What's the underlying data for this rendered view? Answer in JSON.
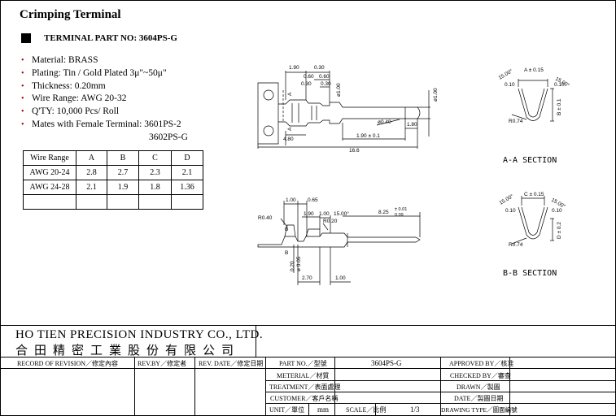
{
  "title": "Crimping Terminal",
  "part_heading": "TERMINAL PART NO: 3604PS-G",
  "specs": [
    "Material: BRASS",
    "Plating: Tin / Gold Plated 3μ\"~50μ\"",
    "Thickness: 0.20mm",
    "Wire Range: AWG 20-32",
    "Q'TY: 10,000 Pcs/ Roll",
    "Mates with Female Terminal: 3601PS-2"
  ],
  "spec_extra": "3602PS-G",
  "wire_table": {
    "headers": [
      "Wire Range",
      "A",
      "B",
      "C",
      "D"
    ],
    "rows": [
      [
        "AWG 20-24",
        "2.8",
        "2.7",
        "2.3",
        "2.1"
      ],
      [
        "AWG 24-28",
        "2.1",
        "1.9",
        "1.8",
        "1.36"
      ],
      [
        "",
        "",
        "",
        "",
        ""
      ]
    ]
  },
  "drawing": {
    "top_dims": [
      "1.90",
      "0.30",
      "0.60",
      "0.30",
      "0.60",
      "0.30",
      "ø1.00",
      "ø1.00",
      "A",
      "A",
      "4.80",
      "ø0.40",
      "1.80",
      "1.90 ± 0.1",
      "16.6"
    ],
    "side_dims": [
      "1.00",
      "0.65",
      "1.90",
      "1.00",
      "15.00°",
      "8.25",
      "± 0.01",
      "0.09",
      "R0.40",
      "R0.20",
      "0.20",
      "ø 0.05",
      "2.70",
      "1.00",
      "B",
      "B"
    ],
    "sec_a": [
      "A ± 0.15",
      "15.00°",
      "0.10",
      "15.00°",
      "0.10",
      "B ± 0.1",
      "R0.74"
    ],
    "sec_b": [
      "C ± 0.15",
      "15.00°",
      "0.10",
      "15.00°",
      "0.10",
      "D ± 0.2",
      "R0.74"
    ],
    "section_a_label": "A-A SECTION",
    "section_b_label": "B-B SECTION"
  },
  "company_en": "HO TIEN PRECISION INDUSTRY CO., LTD.",
  "company_zh": "合田精密工業股份有限公司",
  "title_block": {
    "record": "RECORD OF REVISION／修定內容",
    "rev_by": "REV.BY／修定者",
    "rev_date": "REV. DATE／修定日期",
    "part_no_label": "PART NO.／型號",
    "part_no": "3604PS-G",
    "material_label": "METERIAL／材質",
    "treatment_label": "TREATMENT／表面處理",
    "customer_label": "CUSTOMER／客戶名稱",
    "unit_label": "UNIT／單位",
    "unit": "mm",
    "scale_label": "SCALE／比例",
    "scale": "1/3",
    "approved_label": "APPROVED BY／核准",
    "checked_label": "CHECKED BY／審查",
    "drawn_label": "DRAWN／製圖",
    "date_label": "DATE／製圖日期",
    "drawing_type_label": "DRAWING TYPE／圖面編號"
  }
}
